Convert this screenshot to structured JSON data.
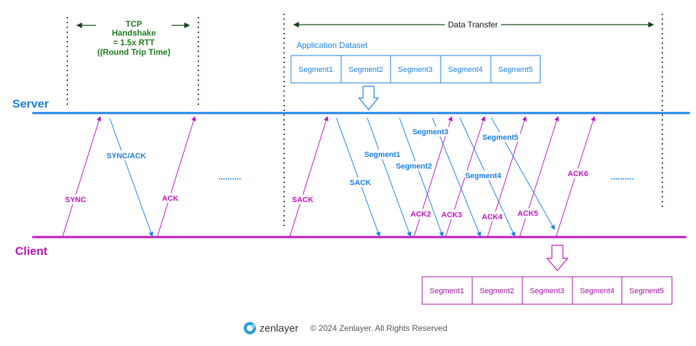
{
  "colors": {
    "server": "#1a7fe6",
    "client": "#c012c0",
    "handshake_text": "#1e7a1e",
    "data_transfer_text": "#111111",
    "dataset_label": "#1a7fe6",
    "server_box_border": "#1a7fe6",
    "client_box_border": "#a010a0",
    "dotted": "#1e4d1e",
    "footer_text": "#555555"
  },
  "labels": {
    "server": "Server",
    "client": "Client",
    "handshake_line1": "TCP",
    "handshake_line2": "Handshake",
    "handshake_line3": "= 1.5x RTT",
    "handshake_line4": "((Round Trip Time)",
    "data_transfer": "Data Transfer",
    "application_dataset": "Application Dataset",
    "ellipsis": "..........",
    "footer_brand": "zenlayer",
    "footer_copyright": "© 2024 Zenlayer. All Rights Reserved"
  },
  "server_segments": [
    "Segment1",
    "Segment2",
    "Segment3",
    "Segment4",
    "Segment5"
  ],
  "client_segments": [
    "Segment1",
    "Segment2",
    "Segment3",
    "Segment4",
    "Segment5"
  ],
  "messages": {
    "sync": "SYNC",
    "sync_ack": "SYNC/ACK",
    "ack": "ACK",
    "sack_up": "SACK",
    "sack_down": "SACK",
    "seg1": "Segment1",
    "seg2": "Segment2",
    "seg3": "Segment3",
    "seg4": "Segment4",
    "seg5": "Segment5",
    "ack2": "ACK2",
    "ack3": "ACK3",
    "ack4": "ACK4",
    "ack5": "ACK5",
    "ack6": "ACK6"
  }
}
